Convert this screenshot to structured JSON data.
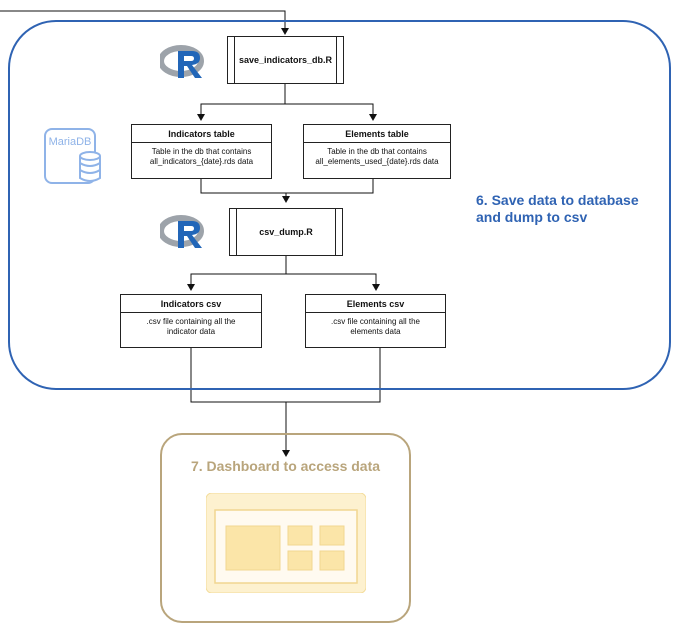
{
  "stage_6": {
    "label_line1": "6. Save data to database",
    "label_line2": "and dump to csv"
  },
  "save_script": {
    "name": "save_indicators_db.R"
  },
  "indicators_table": {
    "title": "Indicators table",
    "desc_line1": "Table in the db that contains",
    "desc_line2": "all_indicators_{date}.rds data"
  },
  "elements_table": {
    "title": "Elements table",
    "desc_line1": "Table in the db that contains",
    "desc_line2": "all_elements_used_{date}.rds data"
  },
  "csv_script": {
    "name": "csv_dump.R"
  },
  "indicators_csv": {
    "title": "Indicators csv",
    "desc_line1": ".csv file containing all the",
    "desc_line2": "indicator data"
  },
  "elements_csv": {
    "title": "Elements csv",
    "desc_line1": ".csv file containing all the",
    "desc_line2": "elements data"
  },
  "stage_7": {
    "label": "7. Dashboard to access data"
  },
  "icons": {
    "r_logo": "r-logo-icon",
    "database": "mariadb-icon",
    "dashboard": "dashboard-icon"
  },
  "database_icon_text": "MariaDB",
  "colors": {
    "stage_6": "#2f63b3",
    "stage_7": "#b9a57c",
    "dashboard_fill": "#fbe8b6",
    "r_grey": "#9da3aa",
    "r_blue": "#2266b8"
  }
}
